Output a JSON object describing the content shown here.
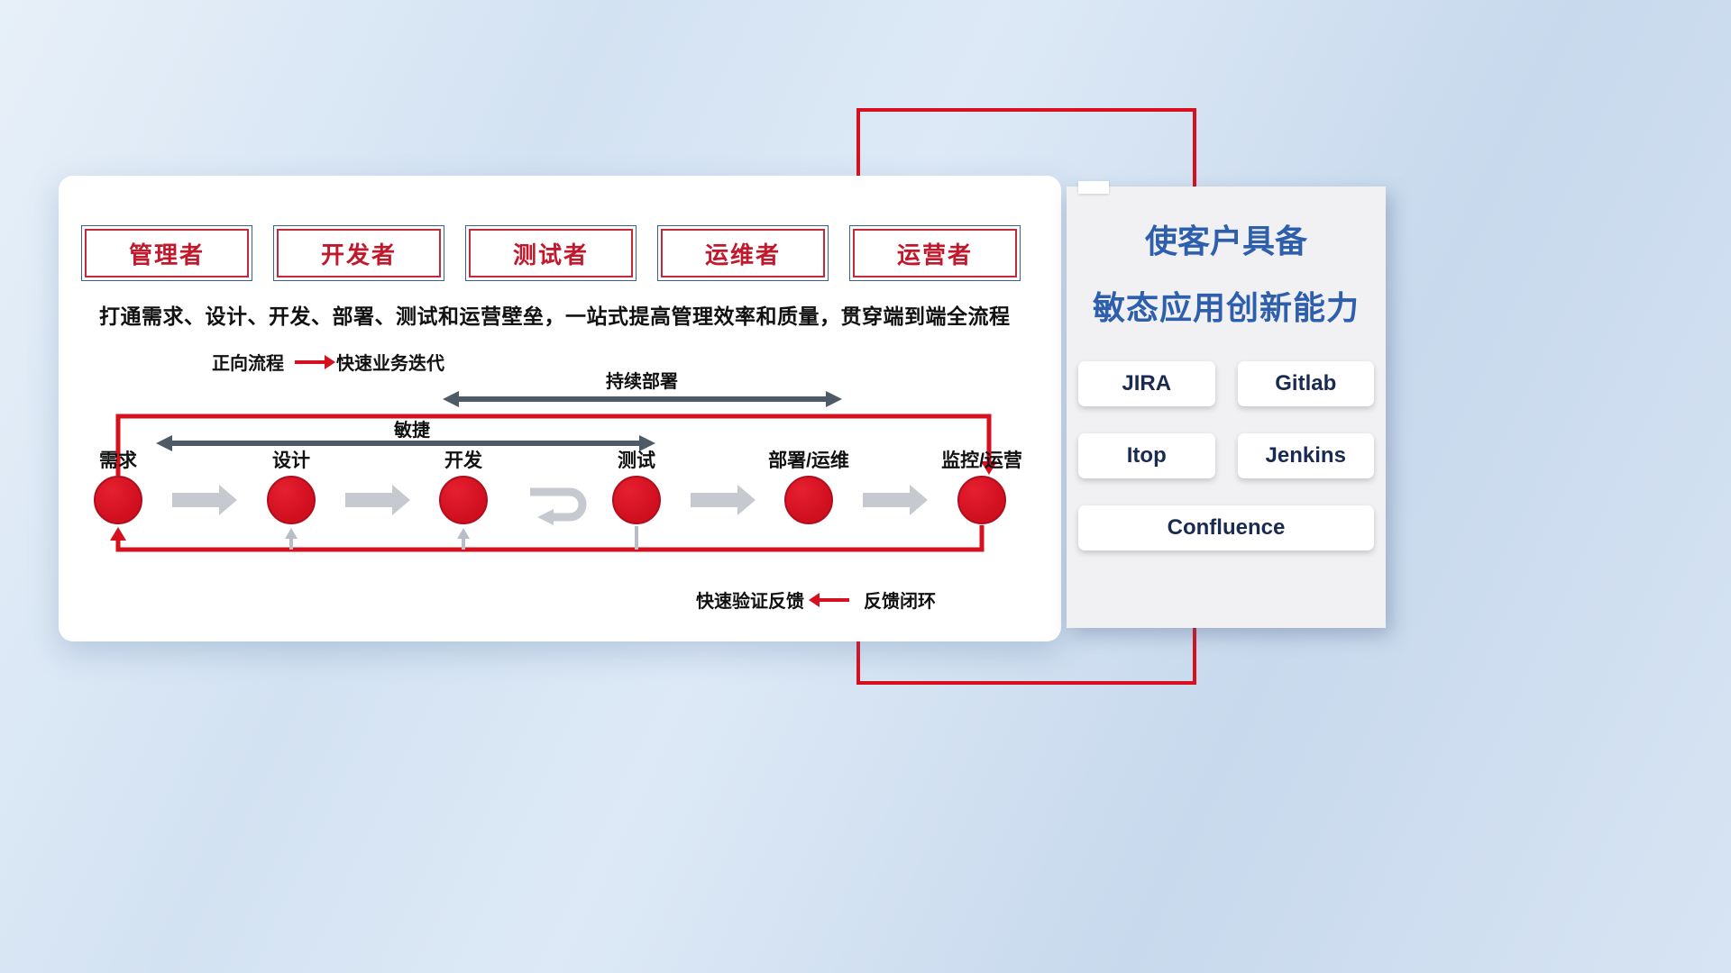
{
  "roles": [
    "管理者",
    "开发者",
    "测试者",
    "运维者",
    "运营者"
  ],
  "headline": "打通需求、设计、开发、部署、测试和运营壁垒，一站式提高管理效率和质量，贯穿端到端全流程",
  "forward_legend": {
    "label": "正向流程",
    "desc": "快速业务迭代"
  },
  "span_arrows": {
    "continuous_deploy": "持续部署",
    "agile": "敏捷"
  },
  "nodes": [
    "需求",
    "设计",
    "开发",
    "测试",
    "部署/运维",
    "监控/运营"
  ],
  "feedback_legend": {
    "label": "快速验证反馈",
    "desc": "反馈闭环"
  },
  "panel": {
    "title_line1": "使客户具备",
    "title_line2": "敏态应用创新能力",
    "tools": [
      "JIRA",
      "Gitlab",
      "Itop",
      "Jenkins",
      "Confluence"
    ]
  },
  "colors": {
    "accent_red": "#d6101f",
    "title_blue": "#2e5fad",
    "dark_arrow": "#4e5a68",
    "gray_arrow": "#c6cad0"
  }
}
